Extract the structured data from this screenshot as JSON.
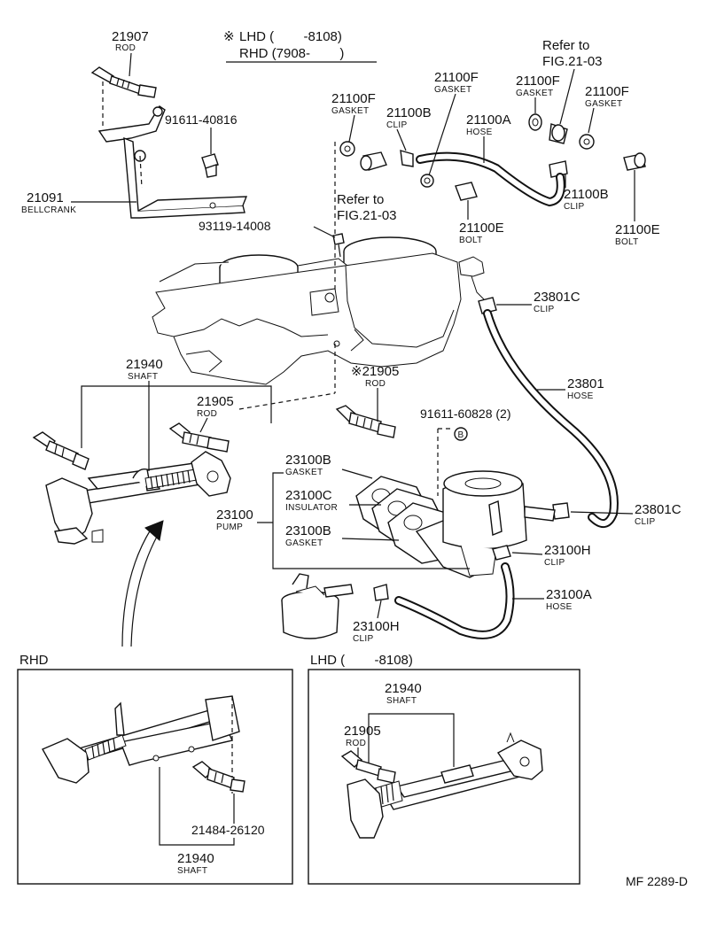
{
  "header": {
    "mark": "※",
    "lhd_line": "LHD (        -8108)",
    "rhd_line": "RHD (7908-        )"
  },
  "callouts": {
    "c21907": {
      "num": "21907",
      "name": "ROD"
    },
    "c21091": {
      "num": "21091",
      "name": "BELLCRANK"
    },
    "c91611a": {
      "num": "91611-40816"
    },
    "c21100f_1": {
      "num": "21100F",
      "name": "GASKET"
    },
    "c21100b_1": {
      "num": "21100B",
      "name": "CLIP"
    },
    "c21100f_2": {
      "num": "21100F",
      "name": "GASKET"
    },
    "c21100a_1": {
      "num": "21100A",
      "name": "HOSE"
    },
    "c21100f_3": {
      "num": "21100F",
      "name": "GASKET"
    },
    "c21100f_4": {
      "num": "21100F",
      "name": "GASKET"
    },
    "c21100b_2": {
      "num": "21100B",
      "name": "CLIP"
    },
    "c21100e_1": {
      "num": "21100E",
      "name": "BOLT"
    },
    "c21100e_2": {
      "num": "21100E",
      "name": "BOLT"
    },
    "refer_1": {
      "line1": "Refer to",
      "line2": "FIG.21-03"
    },
    "refer_2": {
      "line1": "Refer to",
      "line2": "FIG.21-03"
    },
    "c93119": {
      "num": "93119-14008"
    },
    "c23801c_1": {
      "num": "23801C",
      "name": "CLIP"
    },
    "c23801": {
      "num": "23801",
      "name": "HOSE"
    },
    "c21940_main": {
      "num": "21940",
      "name": "SHAFT"
    },
    "c21905_main": {
      "num": "21905",
      "name": "ROD"
    },
    "c21905_star": {
      "num": "※21905",
      "name": "ROD"
    },
    "c91611b": {
      "num": "91611-60828 (2)"
    },
    "circle_b": "B",
    "c23100b_1": {
      "num": "23100B",
      "name": "GASKET"
    },
    "c23100c": {
      "num": "23100C",
      "name": "INSULATOR"
    },
    "c23100": {
      "num": "23100",
      "name": "PUMP"
    },
    "c23100b_2": {
      "num": "23100B",
      "name": "GASKET"
    },
    "c23801c_2": {
      "num": "23801C",
      "name": "CLIP"
    },
    "c23100h_1": {
      "num": "23100H",
      "name": "CLIP"
    },
    "c23100a": {
      "num": "23100A",
      "name": "HOSE"
    },
    "c23100h_2": {
      "num": "23100H",
      "name": "CLIP"
    }
  },
  "rhd_panel": {
    "title": "RHD",
    "c21484": {
      "num": "21484-26120"
    },
    "c21940": {
      "num": "21940",
      "name": "SHAFT"
    }
  },
  "lhd_panel": {
    "title": "LHD (        -8108)",
    "c21940": {
      "num": "21940",
      "name": "SHAFT"
    },
    "c21905": {
      "num": "21905",
      "name": "ROD"
    }
  },
  "footer": {
    "code": "MF 2289-D"
  }
}
